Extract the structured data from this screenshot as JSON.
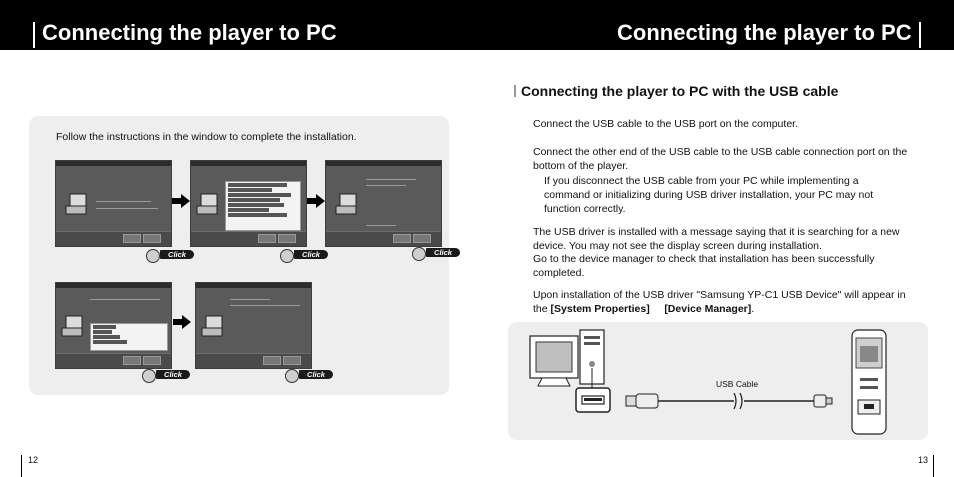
{
  "header": {
    "left_title": "Connecting the player to PC",
    "right_title": "Connecting the player to PC"
  },
  "left_page": {
    "instruction": "Follow the instructions in the window to complete the installation.",
    "click_label": "Click",
    "page_number": "12"
  },
  "right_page": {
    "section_title": "Connecting the player to PC with the USB cable",
    "step1": "Connect the USB cable to the USB port on the computer.",
    "step2": "Connect the other end of the USB cable to the USB cable connection port on the bottom of the player.",
    "note": "If you disconnect the USB cable from your PC while implementing a command or initializing during USB driver installation, your PC may not function correctly.",
    "step3a": "The USB driver is installed with a message saying that it is searching for a new device. You may not see the display screen during installation.",
    "step3b": "Go to the device manager to check that installation has been successfully completed.",
    "step4_prefix": "Upon installation of the USB driver \"Samsung YP-C1 USB Device\" will appear in the ",
    "step4_system": "[System Properties]",
    "step4_device": "[Device Manager]",
    "step4_suffix": ".",
    "usb_cable_label": "USB Cable",
    "page_number": "13"
  }
}
